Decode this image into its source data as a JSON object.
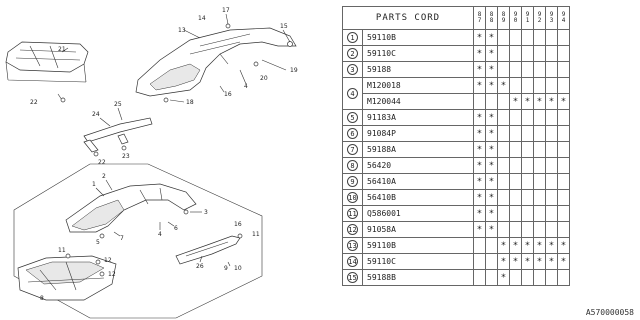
{
  "table": {
    "header_label": "PARTS CORD",
    "years": [
      "87",
      "88",
      "89",
      "90",
      "91",
      "92",
      "93",
      "94"
    ],
    "rows": [
      {
        "num": "1",
        "code": "59110B",
        "marks": [
          "*",
          "*",
          "",
          "",
          "",
          "",
          "",
          ""
        ]
      },
      {
        "num": "2",
        "code": "59110C",
        "marks": [
          "*",
          "*",
          "",
          "",
          "",
          "",
          "",
          ""
        ]
      },
      {
        "num": "3",
        "code": "59188",
        "marks": [
          "*",
          "*",
          "",
          "",
          "",
          "",
          "",
          ""
        ]
      },
      {
        "num": "4",
        "code": "M120018",
        "marks": [
          "*",
          "*",
          "*",
          "",
          "",
          "",
          "",
          ""
        ]
      },
      {
        "num": "",
        "code": "M120044",
        "marks": [
          "",
          "",
          "",
          "*",
          "*",
          "*",
          "*",
          "*"
        ]
      },
      {
        "num": "5",
        "code": "91183A",
        "marks": [
          "*",
          "*",
          "",
          "",
          "",
          "",
          "",
          ""
        ]
      },
      {
        "num": "6",
        "code": "91084P",
        "marks": [
          "*",
          "*",
          "",
          "",
          "",
          "",
          "",
          ""
        ]
      },
      {
        "num": "7",
        "code": "59188A",
        "marks": [
          "*",
          "*",
          "",
          "",
          "",
          "",
          "",
          ""
        ]
      },
      {
        "num": "8",
        "code": "56420",
        "marks": [
          "*",
          "*",
          "",
          "",
          "",
          "",
          "",
          ""
        ]
      },
      {
        "num": "9",
        "code": "56410A",
        "marks": [
          "*",
          "*",
          "",
          "",
          "",
          "",
          "",
          ""
        ]
      },
      {
        "num": "10",
        "code": "56410B",
        "marks": [
          "*",
          "*",
          "",
          "",
          "",
          "",
          "",
          ""
        ]
      },
      {
        "num": "11",
        "code": "Q586001",
        "marks": [
          "*",
          "*",
          "",
          "",
          "",
          "",
          "",
          ""
        ]
      },
      {
        "num": "12",
        "code": "91058A",
        "marks": [
          "*",
          "*",
          "",
          "",
          "",
          "",
          "",
          ""
        ]
      },
      {
        "num": "13",
        "code": "59110B",
        "marks": [
          "",
          "",
          "*",
          "*",
          "*",
          "*",
          "*",
          "*"
        ]
      },
      {
        "num": "14",
        "code": "59110C",
        "marks": [
          "",
          "",
          "*",
          "*",
          "*",
          "*",
          "*",
          "*"
        ]
      },
      {
        "num": "15",
        "code": "59188B",
        "marks": [
          "",
          "",
          "*",
          "",
          "",
          "",
          "",
          ""
        ]
      }
    ]
  },
  "callouts": {
    "c21": "21",
    "c22": "22",
    "c13": "13",
    "c14": "14",
    "c17": "17",
    "c15": "15",
    "c19": "19",
    "c20": "20",
    "c4a": "4",
    "c16a": "16",
    "c18": "18",
    "c25": "25",
    "c24": "24",
    "c23": "23",
    "c22b": "22",
    "c1": "1",
    "c2": "2",
    "c3": "3",
    "c4b": "4",
    "c6": "6",
    "c5": "5",
    "c7": "7",
    "c11a": "11",
    "c11b": "11",
    "c12a": "12",
    "c12b": "12",
    "c8": "8",
    "c9": "9",
    "c10": "10",
    "c26": "26",
    "c16b": "16"
  },
  "diagram_code": "A570000058"
}
